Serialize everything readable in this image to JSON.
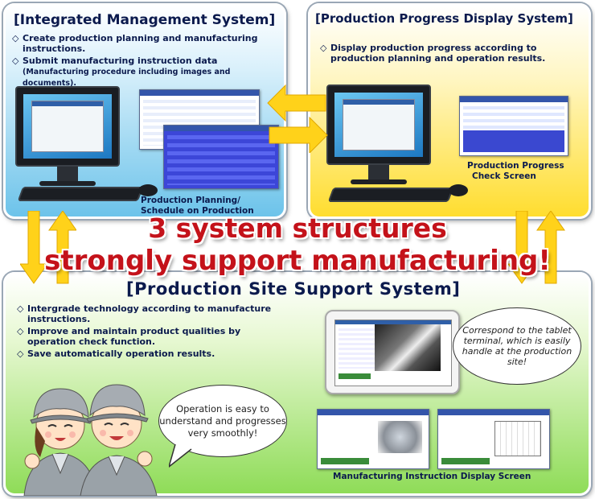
{
  "integrated": {
    "title": "[Integrated Management System]",
    "bullets": [
      {
        "text": "Create production planning and manufacturing instructions."
      },
      {
        "text": "Submit manufacturing instruction data",
        "sub": "(Manufacturing procedure including images and documents)."
      }
    ],
    "caption_line1": "Production Planning/",
    "caption_line2": "Schedule on Production Screen"
  },
  "progress": {
    "title": "[Production Progress Display System]",
    "bullets": [
      {
        "text": "Display production progress according to production planning and operation results."
      }
    ],
    "caption_line1": "Production Progress",
    "caption_line2": "Check Screen"
  },
  "slogan": {
    "line1": "3 system structures",
    "line2": "strongly support manufacturing!"
  },
  "site": {
    "title": "[Production Site Support System]",
    "bullets": [
      {
        "text": "Intergrade technology according to manufacture instructions."
      },
      {
        "text": "Improve and maintain product qualities by operation check function."
      },
      {
        "text": "Save automatically operation results."
      }
    ],
    "bubble_workers": "Operation is easy to understand and progresses very smoothly!",
    "bubble_tablet": "Correspond to the tablet terminal, which is easily handle at the production site!",
    "caption": "Manufacturing Instruction Display Screen"
  },
  "colors": {
    "integrated_bg": "#6cc3ea",
    "progress_bg": "#ffdd2f",
    "site_bg": "#8fdc58",
    "arrow": "#ffd21a",
    "slogan": "#c4121a"
  }
}
